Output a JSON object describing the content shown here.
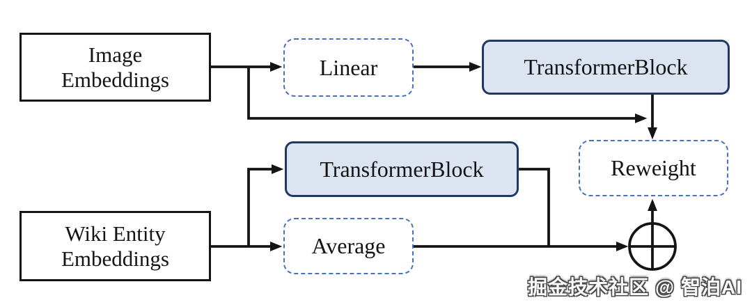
{
  "diagram": {
    "nodes": {
      "image_embeddings": {
        "line1": "Image",
        "line2": "Embeddings"
      },
      "linear": {
        "label": "Linear"
      },
      "transformer_block_top": {
        "label": "TransformerBlock"
      },
      "reweight": {
        "label": "Reweight"
      },
      "transformer_block_mid": {
        "label": "TransformerBlock"
      },
      "average": {
        "label": "Average"
      },
      "wiki_entity_embeddings": {
        "line1": "Wiki Entity",
        "line2": "Embeddings"
      },
      "sum": {
        "icon": "circle-plus"
      }
    },
    "colors": {
      "line": "#141414",
      "solid_box_border": "#141414",
      "dashed_box_border": "#4472c4",
      "filled_box_bg": "#dbe4f0",
      "filled_box_border": "#1f3864"
    }
  },
  "watermark": {
    "text": "掘金技术社区 @ 智泊AI"
  }
}
